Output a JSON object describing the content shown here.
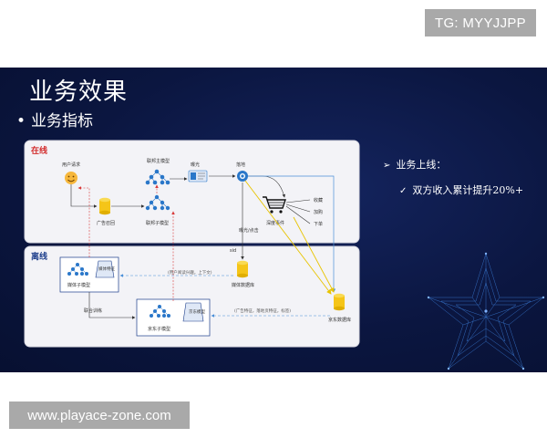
{
  "watermarks": {
    "top": "TG: MYYJJPP",
    "bottom": "www.playace-zone.com"
  },
  "slide": {
    "title": "业务效果",
    "subtitle": "业务指标",
    "online_label": "在线",
    "offline_label": "离线",
    "nodes": {
      "user_request": "用户请求",
      "ad_retrieval": "广告召回",
      "jd_main_model": "联邦主模型",
      "jd_sub_model": "联邦子模型",
      "exposure": "曝光",
      "landing": "落地",
      "collect": "收藏",
      "add_cart": "加购",
      "order": "下单",
      "deep_event": "深度事件",
      "exposure_click": "曝光/点击",
      "sid": "sid",
      "media_db": "媒体数据库",
      "media_sub_model": "媒体子模型",
      "media_feature": "媒体特征",
      "joint_training": "联合训练",
      "jd_sub_model_offline": "京东子模型",
      "jd_model": "京东模型",
      "jd_db": "京东数据库",
      "media_note": "(用户阅读兴趣，上下文)",
      "jd_note": "(广告特征，落地页特征，标签)"
    },
    "notes": {
      "line1": "业务上线：",
      "line2": "双方收入累计提升20%+"
    }
  },
  "colors": {
    "slide_bg": "#0b1640",
    "panel_bg": "#f3f3f7",
    "label_red": "#d22a2a",
    "arrow_red": "#d93a3a",
    "arrow_blue": "#4a8fd8",
    "arrow_yellow": "#e8c400",
    "db_yellow": "#f5c518"
  },
  "icons": [
    "smiley-icon",
    "database-icon",
    "tree-model-icon",
    "feature-card-icon",
    "landing-icon",
    "cart-icon",
    "star-graphic"
  ]
}
